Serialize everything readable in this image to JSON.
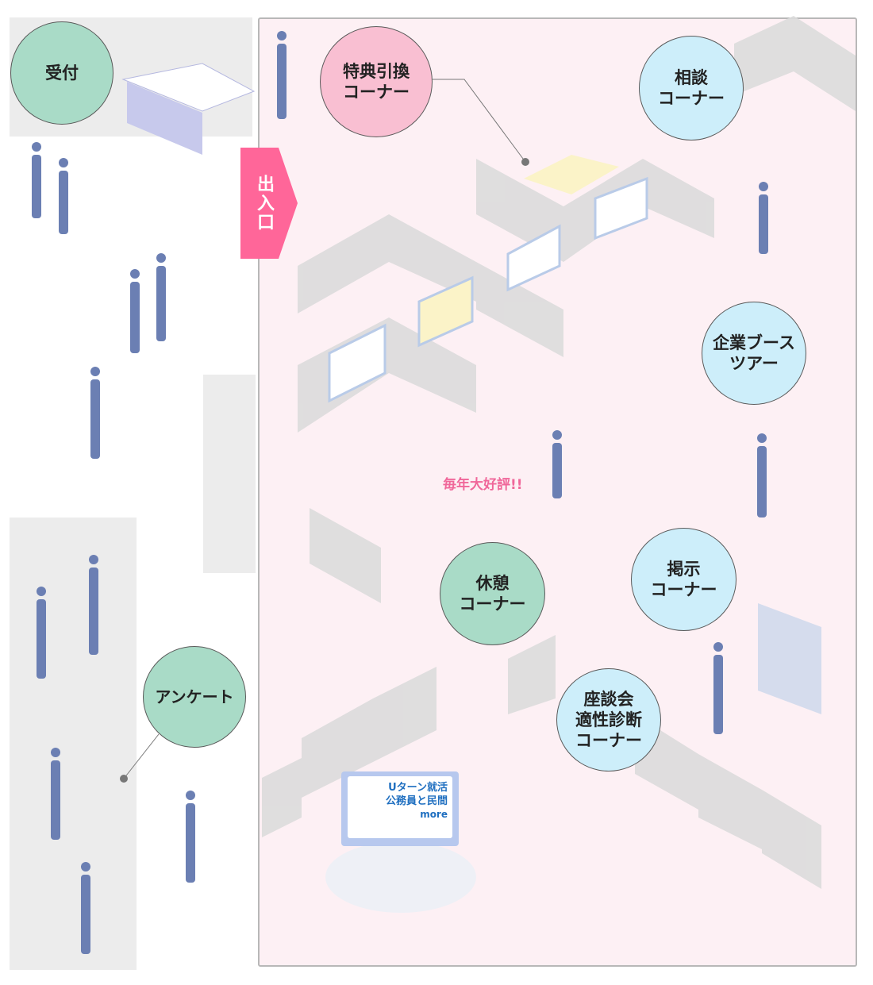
{
  "entrance": {
    "label": "出入口"
  },
  "zones": [
    {
      "id": "reception",
      "label": "受付"
    },
    {
      "id": "benefit",
      "label": "特典引換\nコーナー"
    },
    {
      "id": "consult",
      "label": "相談\nコーナー"
    },
    {
      "id": "tour",
      "label": "企業ブース\nツアー"
    },
    {
      "id": "rest",
      "label": "休憩\nコーナー"
    },
    {
      "id": "board",
      "label": "掲示\nコーナー"
    },
    {
      "id": "talk",
      "label": "座談会\n適性診断\nコーナー"
    },
    {
      "id": "survey",
      "label": "アンケート"
    }
  ],
  "highlight": "毎年大好評!!",
  "signboard": {
    "line1": "Uターン就活",
    "line2": "公務員と民間",
    "more": "more"
  },
  "colors": {
    "mint": "#a9dbc7",
    "pink": "#f9bfd2",
    "blue": "#cdeefa",
    "entrance": "#ff6699",
    "hall": "#fdf0f4"
  }
}
